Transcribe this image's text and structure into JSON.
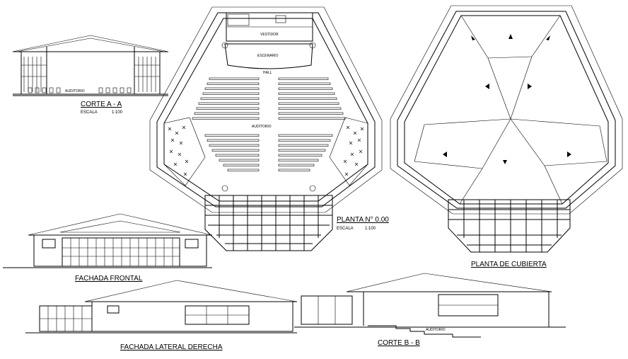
{
  "sheet_titles": {
    "corte_a": "CORTE A - A",
    "escala_corte_a_label": "ESCALA",
    "escala_corte_a_value": "1:100",
    "planta": "PLANTA N° 0.00",
    "escala_planta_label": "ESCALA",
    "escala_planta_value": "1:100",
    "planta_cubierta": "PLANTA DE CUBIERTA",
    "fachada_frontal": "FACHADA FRONTAL",
    "fachada_lateral": "FACHADA LATERAL DERECHA",
    "corte_b": "CORTE B - B"
  },
  "plan_labels": {
    "auditorio_center": "AUDITORIO",
    "auditorio_section_a": "AUDITORIO",
    "auditorio_section_b": "AUDITORIO",
    "escenario": "ESCENARIO",
    "vestidor": "VESTIDOR",
    "hall": "HALL"
  },
  "colors": {
    "ink": "#000000",
    "paper": "#ffffff"
  }
}
